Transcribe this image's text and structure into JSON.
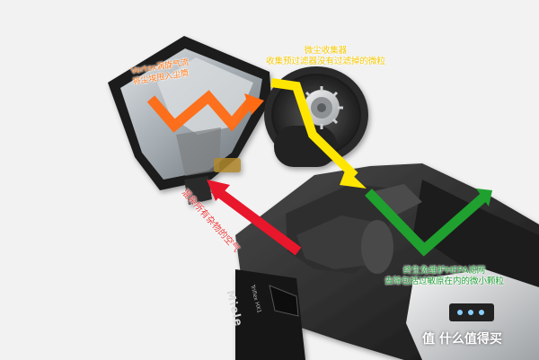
{
  "annotations": {
    "dust_collector": {
      "line1": "微尘收集器",
      "line2": "收集预过滤器没有过滤掉的微粒"
    },
    "cyclone": {
      "line1": "Vortex涡旋气流",
      "line2": "将尘埃甩入尘筒"
    },
    "incoming_air": {
      "text": "混杂所有杂物的空气"
    },
    "hepa": {
      "line1": "终生免维护HEPA滤网",
      "line2": "去除包括过敏原在内的微小颗粒"
    }
  },
  "device_print": {
    "brand": "Miele",
    "model": "Triflex HX1"
  },
  "watermark": {
    "text": "值 什么值得买"
  },
  "colors": {
    "orange_arrow": "#ff6a13",
    "yellow_arrow": "#ffe600",
    "red_arrow": "#e8172c",
    "green_arrow": "#1fa02f"
  }
}
